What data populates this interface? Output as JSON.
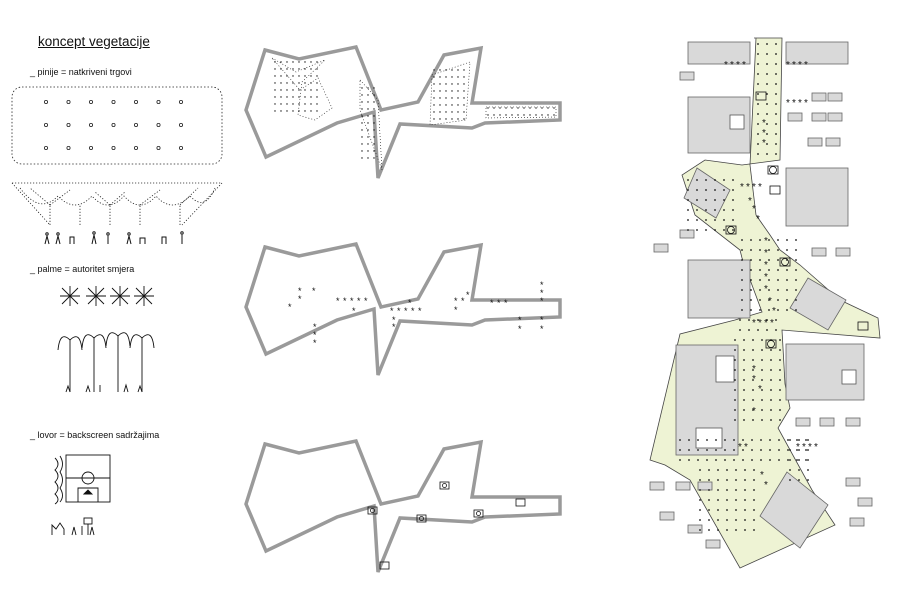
{
  "legend": {
    "title": "koncept vegetacije",
    "items": [
      {
        "label": "_ pinije  =  natkriveni trgovi"
      },
      {
        "label": "_ palme  =  autoritet smjera"
      },
      {
        "label": "_ lovor  =  backscreen sadržajima"
      }
    ]
  },
  "colors": {
    "outline": "#9a9a9a",
    "building_fill": "#d9d9d9",
    "building_stroke": "#666666",
    "site_fill": "#eef3d4",
    "dots": "#222222"
  }
}
